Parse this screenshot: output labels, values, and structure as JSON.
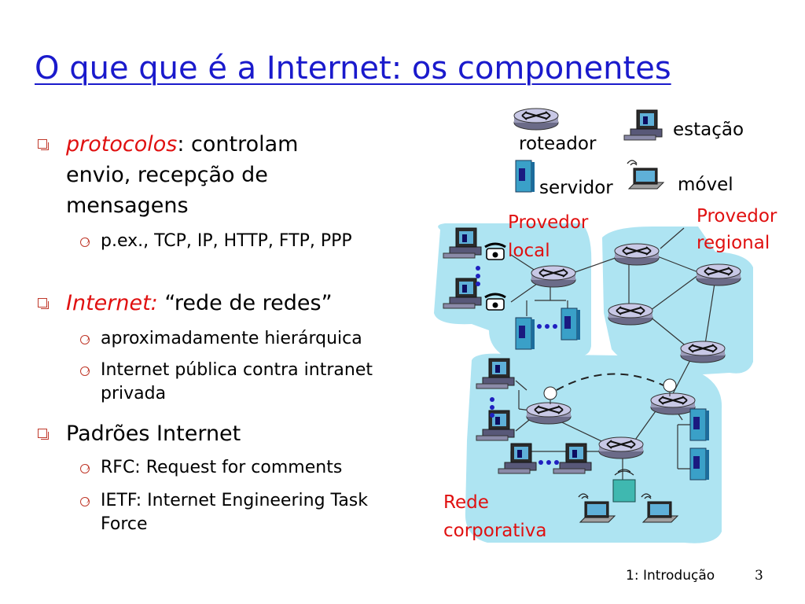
{
  "slide": {
    "title": "O que que é a Internet: os componentes",
    "bullets": [
      {
        "em": "protocolos",
        "em_suffix": ":",
        "text": " controlam envio, recepção de mensagens",
        "subs": [
          "p.ex., TCP, IP, HTTP, FTP, PPP"
        ]
      },
      {
        "em": "Internet:",
        "text": " “rede de redes”",
        "subs": [
          "aproximadamente hierárquica",
          "Internet pública contra intranet privada"
        ]
      },
      {
        "text": "Padrões Internet",
        "subs": [
          "RFC: Request for comments",
          "IETF: Internet Engineering Task Force"
        ]
      }
    ],
    "footer": {
      "section": "1: Introdução",
      "page": "3"
    }
  },
  "legend": {
    "router": "roteador",
    "host": "estação",
    "server": "servidor",
    "mobile": "móvel"
  },
  "regions": {
    "local": [
      "Provedor",
      "local"
    ],
    "regional": [
      "Provedor",
      "regional"
    ],
    "corporate": [
      "Rede",
      "corporativa"
    ]
  },
  "colors": {
    "title": "#1a1acc",
    "region_fill": "#aee4f2",
    "label_red": "#e01010",
    "bullet": "#c0392b"
  }
}
